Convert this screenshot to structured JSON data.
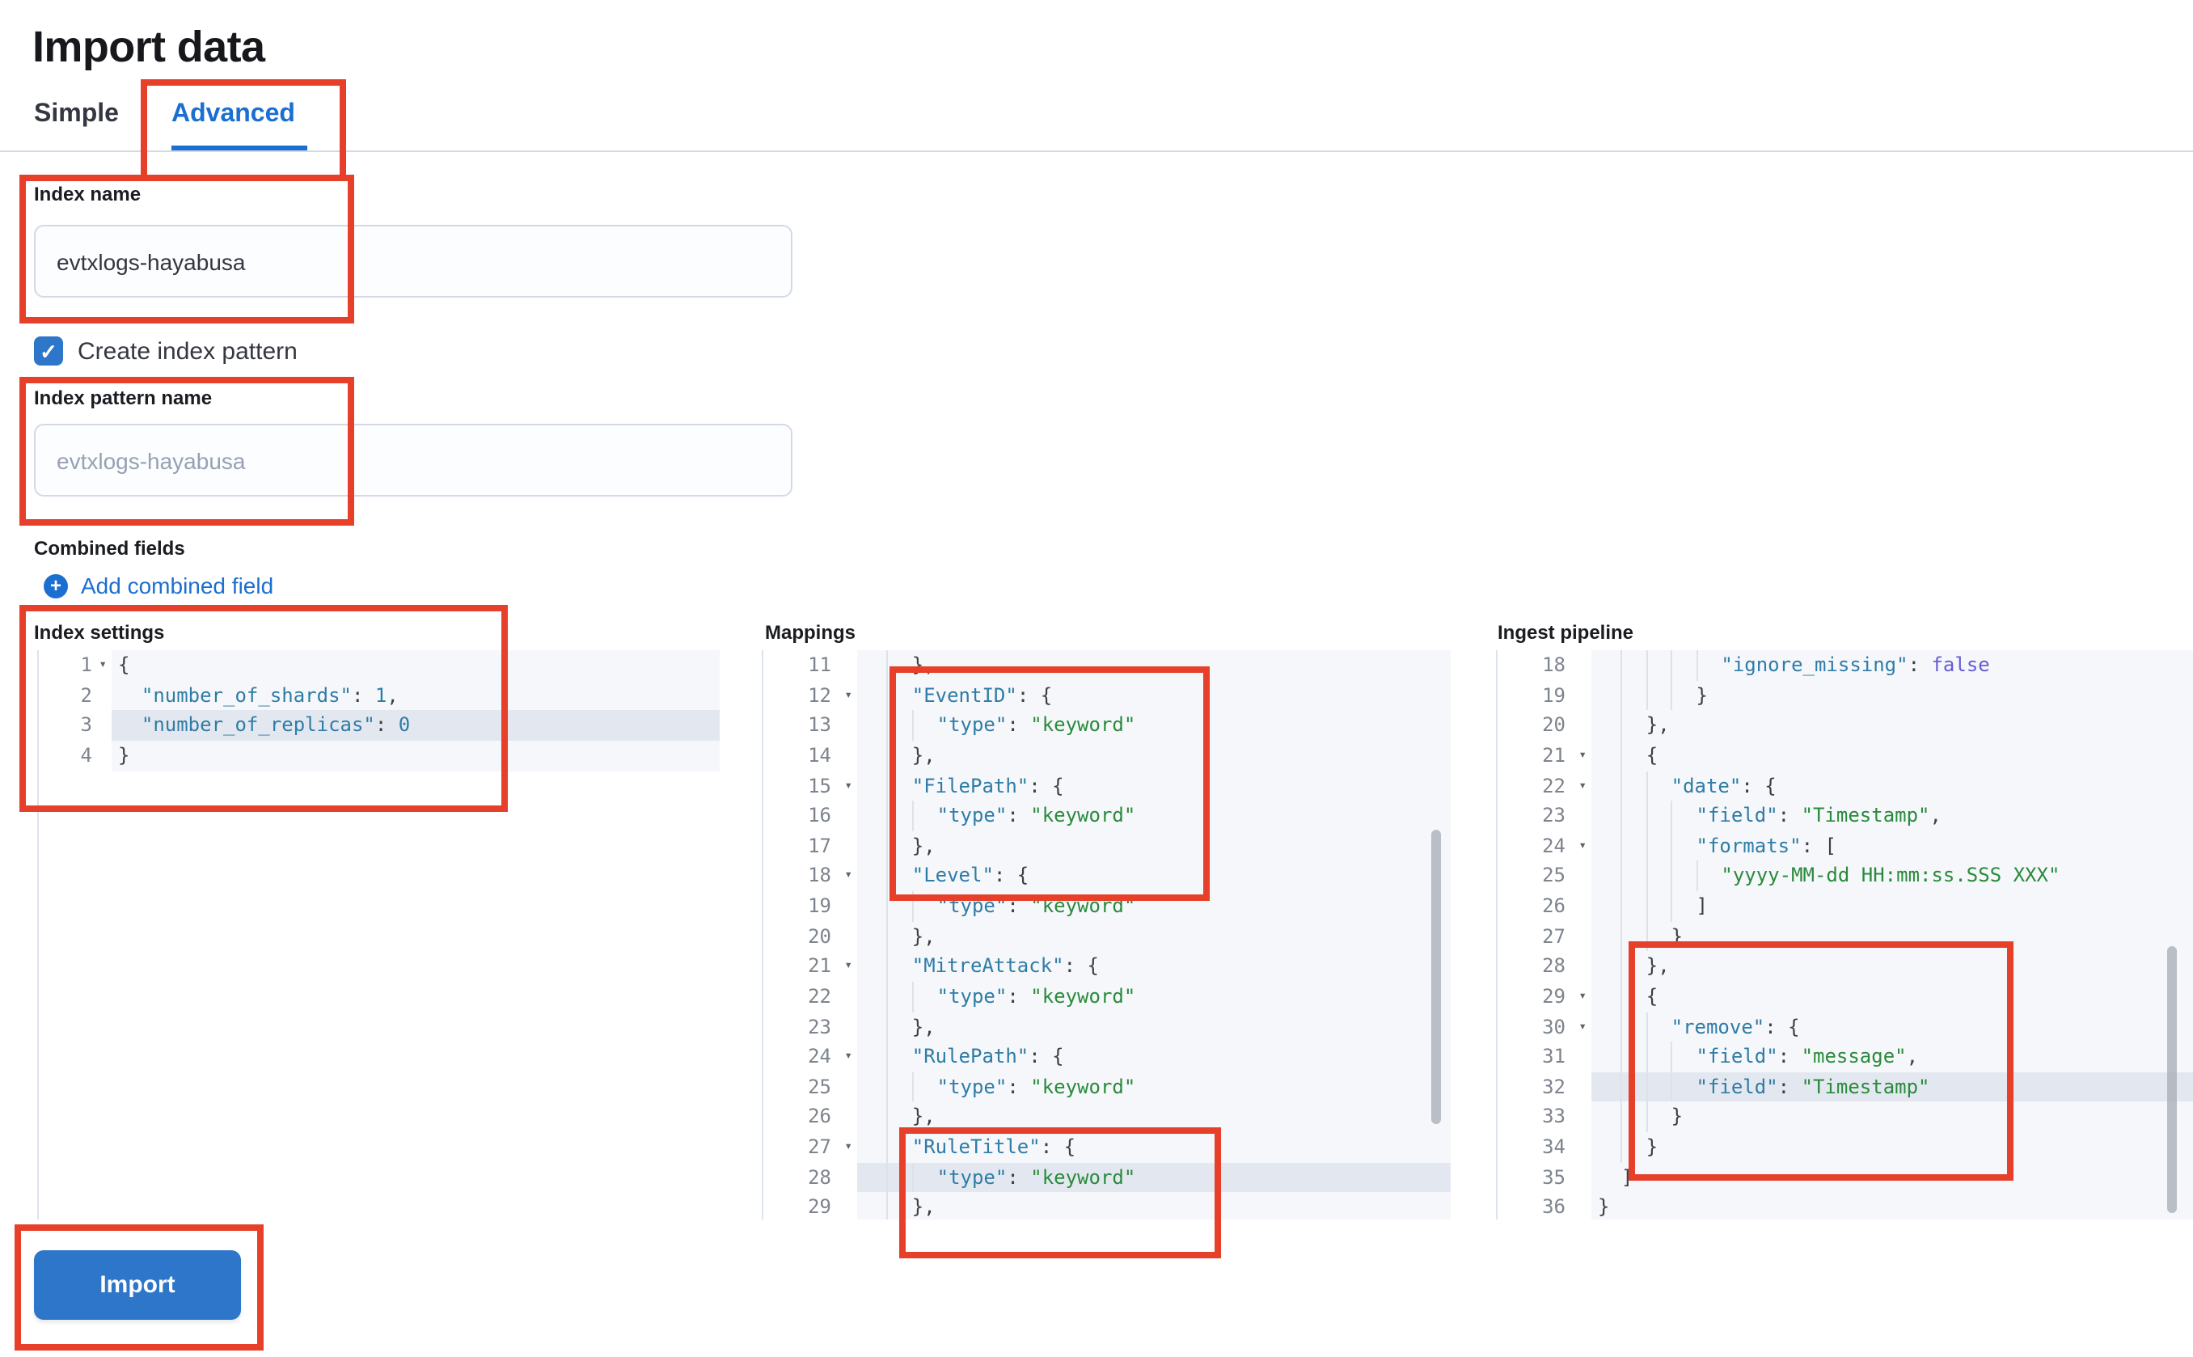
{
  "colors": {
    "accent": "#2e76c9",
    "link": "#1b6fd0",
    "ann": "#e7402a",
    "editor-bg": "#f5f7fa",
    "hl-bg": "#e3e8f0",
    "code-key": "#2f7ca6",
    "code-str": "#2a8a3c",
    "code-num": "#2f7ca6",
    "code-bool": "#655cd6",
    "code-punct": "#3b3f46"
  },
  "page": {
    "title": "Import data"
  },
  "tabs": {
    "simple": "Simple",
    "advanced": "Advanced"
  },
  "form": {
    "index_name": {
      "label": "Index name",
      "value": "evtxlogs-hayabusa"
    },
    "create_index_pattern": {
      "label": "Create index pattern",
      "checked": true,
      "check_glyph": "✓"
    },
    "index_pattern_name": {
      "label": "Index pattern name",
      "placeholder": "evtxlogs-hayabusa"
    },
    "combined_fields": {
      "label": "Combined fields",
      "add_label": "Add combined field",
      "plus_glyph": "+"
    }
  },
  "import_button": {
    "label": "Import"
  },
  "editors": {
    "index_settings": {
      "label": "Index settings",
      "lines": [
        {
          "n": 1,
          "ind": 0,
          "fold": true,
          "hl": false,
          "seg": [
            [
              "p",
              "{"
            ]
          ]
        },
        {
          "n": 2,
          "ind": 2,
          "fold": false,
          "hl": false,
          "seg": [
            [
              "k",
              "\"number_of_shards\""
            ],
            [
              "p",
              ": "
            ],
            [
              "n",
              "1"
            ],
            [
              "p",
              ","
            ]
          ]
        },
        {
          "n": 3,
          "ind": 2,
          "fold": false,
          "hl": true,
          "seg": [
            [
              "k",
              "\"number_of_replicas\""
            ],
            [
              "p",
              ": "
            ],
            [
              "n",
              "0"
            ]
          ]
        },
        {
          "n": 4,
          "ind": 0,
          "fold": false,
          "hl": false,
          "seg": [
            [
              "p",
              "}"
            ]
          ]
        }
      ]
    },
    "mappings": {
      "label": "Mappings",
      "lines": [
        {
          "n": 11,
          "ind": 4,
          "fold": false,
          "hl": false,
          "seg": [
            [
              "p",
              "},"
            ]
          ]
        },
        {
          "n": 12,
          "ind": 4,
          "fold": true,
          "hl": false,
          "seg": [
            [
              "k",
              "\"EventID\""
            ],
            [
              "p",
              ": {"
            ]
          ]
        },
        {
          "n": 13,
          "ind": 6,
          "fold": false,
          "hl": false,
          "seg": [
            [
              "k",
              "\"type\""
            ],
            [
              "p",
              ": "
            ],
            [
              "s",
              "\"keyword\""
            ]
          ]
        },
        {
          "n": 14,
          "ind": 4,
          "fold": false,
          "hl": false,
          "seg": [
            [
              "p",
              "},"
            ]
          ]
        },
        {
          "n": 15,
          "ind": 4,
          "fold": true,
          "hl": false,
          "seg": [
            [
              "k",
              "\"FilePath\""
            ],
            [
              "p",
              ": {"
            ]
          ]
        },
        {
          "n": 16,
          "ind": 6,
          "fold": false,
          "hl": false,
          "seg": [
            [
              "k",
              "\"type\""
            ],
            [
              "p",
              ": "
            ],
            [
              "s",
              "\"keyword\""
            ]
          ]
        },
        {
          "n": 17,
          "ind": 4,
          "fold": false,
          "hl": false,
          "seg": [
            [
              "p",
              "},"
            ]
          ]
        },
        {
          "n": 18,
          "ind": 4,
          "fold": true,
          "hl": false,
          "seg": [
            [
              "k",
              "\"Level\""
            ],
            [
              "p",
              ": {"
            ]
          ]
        },
        {
          "n": 19,
          "ind": 6,
          "fold": false,
          "hl": false,
          "seg": [
            [
              "k",
              "\"type\""
            ],
            [
              "p",
              ": "
            ],
            [
              "s",
              "\"keyword\""
            ]
          ]
        },
        {
          "n": 20,
          "ind": 4,
          "fold": false,
          "hl": false,
          "seg": [
            [
              "p",
              "},"
            ]
          ]
        },
        {
          "n": 21,
          "ind": 4,
          "fold": true,
          "hl": false,
          "seg": [
            [
              "k",
              "\"MitreAttack\""
            ],
            [
              "p",
              ": {"
            ]
          ]
        },
        {
          "n": 22,
          "ind": 6,
          "fold": false,
          "hl": false,
          "seg": [
            [
              "k",
              "\"type\""
            ],
            [
              "p",
              ": "
            ],
            [
              "s",
              "\"keyword\""
            ]
          ]
        },
        {
          "n": 23,
          "ind": 4,
          "fold": false,
          "hl": false,
          "seg": [
            [
              "p",
              "},"
            ]
          ]
        },
        {
          "n": 24,
          "ind": 4,
          "fold": true,
          "hl": false,
          "seg": [
            [
              "k",
              "\"RulePath\""
            ],
            [
              "p",
              ": {"
            ]
          ]
        },
        {
          "n": 25,
          "ind": 6,
          "fold": false,
          "hl": false,
          "seg": [
            [
              "k",
              "\"type\""
            ],
            [
              "p",
              ": "
            ],
            [
              "s",
              "\"keyword\""
            ]
          ]
        },
        {
          "n": 26,
          "ind": 4,
          "fold": false,
          "hl": false,
          "seg": [
            [
              "p",
              "},"
            ]
          ]
        },
        {
          "n": 27,
          "ind": 4,
          "fold": true,
          "hl": false,
          "seg": [
            [
              "k",
              "\"RuleTitle\""
            ],
            [
              "p",
              ": {"
            ]
          ]
        },
        {
          "n": 28,
          "ind": 6,
          "fold": false,
          "hl": true,
          "seg": [
            [
              "k",
              "\"type\""
            ],
            [
              "p",
              ": "
            ],
            [
              "s",
              "\"keyword\""
            ]
          ]
        },
        {
          "n": 29,
          "ind": 4,
          "fold": false,
          "hl": false,
          "seg": [
            [
              "p",
              "},"
            ]
          ]
        }
      ]
    },
    "ingest_pipeline": {
      "label": "Ingest pipeline",
      "lines": [
        {
          "n": 18,
          "ind": 10,
          "fold": false,
          "hl": false,
          "seg": [
            [
              "k",
              "\"ignore_missing\""
            ],
            [
              "p",
              ": "
            ],
            [
              "b",
              "false"
            ]
          ]
        },
        {
          "n": 19,
          "ind": 8,
          "fold": false,
          "hl": false,
          "seg": [
            [
              "p",
              "}"
            ]
          ]
        },
        {
          "n": 20,
          "ind": 4,
          "fold": false,
          "hl": false,
          "seg": [
            [
              "p",
              "},"
            ]
          ]
        },
        {
          "n": 21,
          "ind": 4,
          "fold": true,
          "hl": false,
          "seg": [
            [
              "p",
              "{"
            ]
          ]
        },
        {
          "n": 22,
          "ind": 6,
          "fold": true,
          "hl": false,
          "seg": [
            [
              "k",
              "\"date\""
            ],
            [
              "p",
              ": {"
            ]
          ]
        },
        {
          "n": 23,
          "ind": 8,
          "fold": false,
          "hl": false,
          "seg": [
            [
              "k",
              "\"field\""
            ],
            [
              "p",
              ": "
            ],
            [
              "s",
              "\"Timestamp\""
            ],
            [
              "p",
              ","
            ]
          ]
        },
        {
          "n": 24,
          "ind": 8,
          "fold": true,
          "hl": false,
          "seg": [
            [
              "k",
              "\"formats\""
            ],
            [
              "p",
              ": ["
            ]
          ]
        },
        {
          "n": 25,
          "ind": 10,
          "fold": false,
          "hl": false,
          "seg": [
            [
              "s",
              "\"yyyy-MM-dd HH:mm:ss.SSS XXX\""
            ]
          ]
        },
        {
          "n": 26,
          "ind": 8,
          "fold": false,
          "hl": false,
          "seg": [
            [
              "p",
              "]"
            ]
          ]
        },
        {
          "n": 27,
          "ind": 6,
          "fold": false,
          "hl": false,
          "seg": [
            [
              "p",
              "}"
            ]
          ]
        },
        {
          "n": 28,
          "ind": 4,
          "fold": false,
          "hl": false,
          "seg": [
            [
              "p",
              "},"
            ]
          ]
        },
        {
          "n": 29,
          "ind": 4,
          "fold": true,
          "hl": false,
          "seg": [
            [
              "p",
              "{"
            ]
          ]
        },
        {
          "n": 30,
          "ind": 6,
          "fold": true,
          "hl": false,
          "seg": [
            [
              "k",
              "\"remove\""
            ],
            [
              "p",
              ": {"
            ]
          ]
        },
        {
          "n": 31,
          "ind": 8,
          "fold": false,
          "hl": false,
          "seg": [
            [
              "k",
              "\"field\""
            ],
            [
              "p",
              ": "
            ],
            [
              "s",
              "\"message\""
            ],
            [
              "p",
              ","
            ]
          ]
        },
        {
          "n": 32,
          "ind": 8,
          "fold": false,
          "hl": true,
          "seg": [
            [
              "k",
              "\"field\""
            ],
            [
              "p",
              ": "
            ],
            [
              "s",
              "\"Timestamp\""
            ]
          ]
        },
        {
          "n": 33,
          "ind": 6,
          "fold": false,
          "hl": false,
          "seg": [
            [
              "p",
              "}"
            ]
          ]
        },
        {
          "n": 34,
          "ind": 4,
          "fold": false,
          "hl": false,
          "seg": [
            [
              "p",
              "}"
            ]
          ]
        },
        {
          "n": 35,
          "ind": 2,
          "fold": false,
          "hl": false,
          "seg": [
            [
              "p",
              "]"
            ]
          ]
        },
        {
          "n": 36,
          "ind": 0,
          "fold": false,
          "hl": false,
          "seg": [
            [
              "p",
              "}"
            ]
          ]
        }
      ]
    }
  }
}
